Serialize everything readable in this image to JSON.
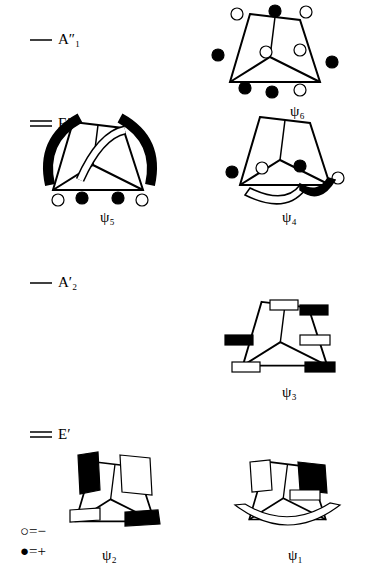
{
  "diagram": {
    "labels": [
      "A″₁",
      "E″",
      "A′₂",
      "E′",
      "ψ₆",
      "ψ₅",
      "ψ₄",
      "ψ₃",
      "ψ₂",
      "ψ₁",
      "○=−",
      "●=+"
    ]
  }
}
